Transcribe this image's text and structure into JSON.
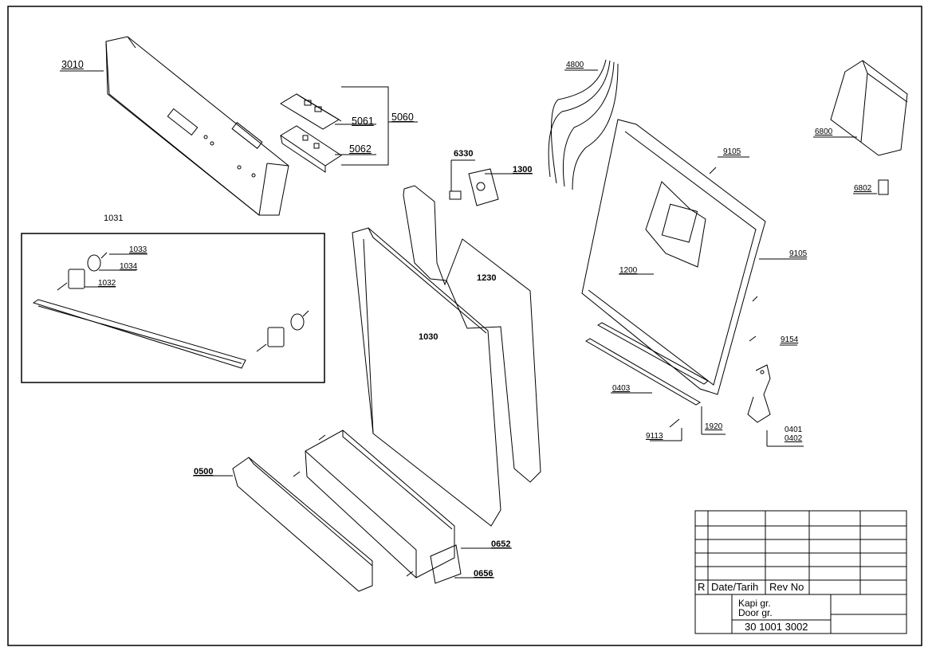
{
  "labels": {
    "p3010": "3010",
    "p5060": "5060",
    "p5061": "5061",
    "p5062": "5062",
    "p1031": "1031",
    "p1033": "1033",
    "p1034": "1034",
    "p1032": "1032",
    "p4800": "4800",
    "p6330": "6330",
    "p1300": "1300",
    "p1230": "1230",
    "p1030": "1030",
    "p1200": "1200",
    "p9105a": "9105",
    "p9105b": "9105",
    "p9154": "9154",
    "p6800": "6800",
    "p6802": "6802",
    "p0403": "0403",
    "p9113": "9113",
    "p1920": "1920",
    "p0401": "0401",
    "p0402": "0402",
    "p0500": "0500",
    "p0652": "0652",
    "p0656": "0656"
  },
  "title_block": {
    "rev_mark": "R",
    "date_header": "Date/Tarih",
    "rev_header": "Rev No",
    "title_tr": "Kapi gr.",
    "title_en": "Door gr.",
    "drawing_number": "30 1001 3002"
  }
}
